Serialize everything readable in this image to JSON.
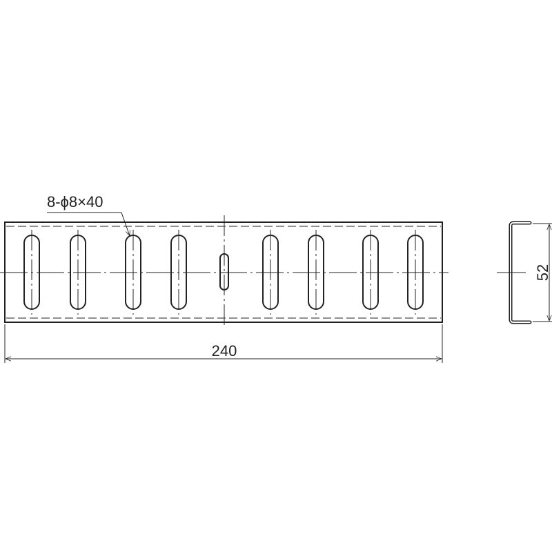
{
  "drawing": {
    "slot_callout": "8-ϕ8×40",
    "length_dimension": "240",
    "height_dimension": "52",
    "line_color": "#222222"
  }
}
